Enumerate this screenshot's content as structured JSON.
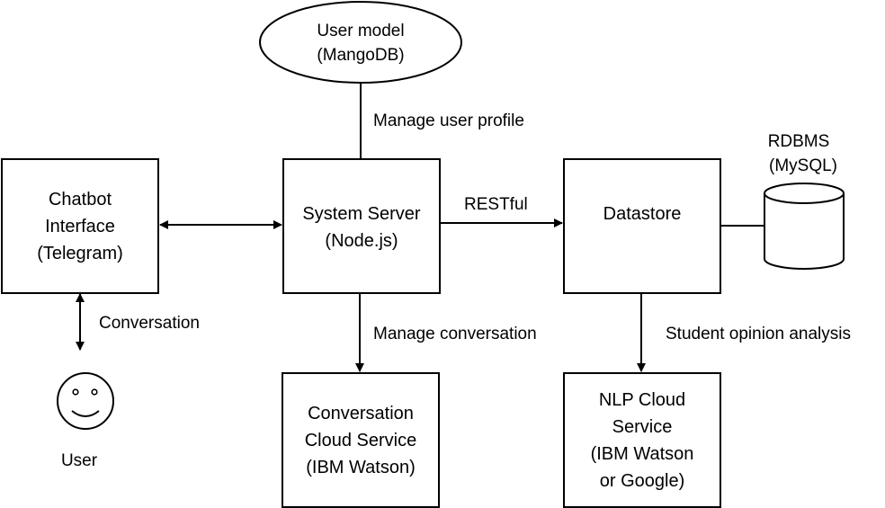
{
  "nodes": {
    "user_model": {
      "lines": [
        "User model",
        "(MangoDB)"
      ]
    },
    "chatbot": {
      "lines": [
        "Chatbot",
        "Interface",
        "(Telegram)"
      ]
    },
    "system_server": {
      "lines": [
        "System Server",
        "(Node.js)"
      ]
    },
    "datastore": {
      "lines": [
        "Datastore"
      ]
    },
    "rdbms": {
      "lines": [
        "RDBMS",
        "(MySQL)"
      ]
    },
    "conversation_service": {
      "lines": [
        "Conversation",
        "Cloud Service",
        "(IBM Watson)"
      ]
    },
    "nlp_service": {
      "lines": [
        "NLP Cloud",
        "Service",
        "(IBM Watson",
        "or Google)"
      ]
    },
    "user": {
      "label": "User"
    }
  },
  "edges": {
    "manage_user_profile": "Manage user profile",
    "restful": "RESTful",
    "conversation": "Conversation",
    "manage_conversation": "Manage conversation",
    "student_opinion_analysis": "Student opinion analysis"
  }
}
